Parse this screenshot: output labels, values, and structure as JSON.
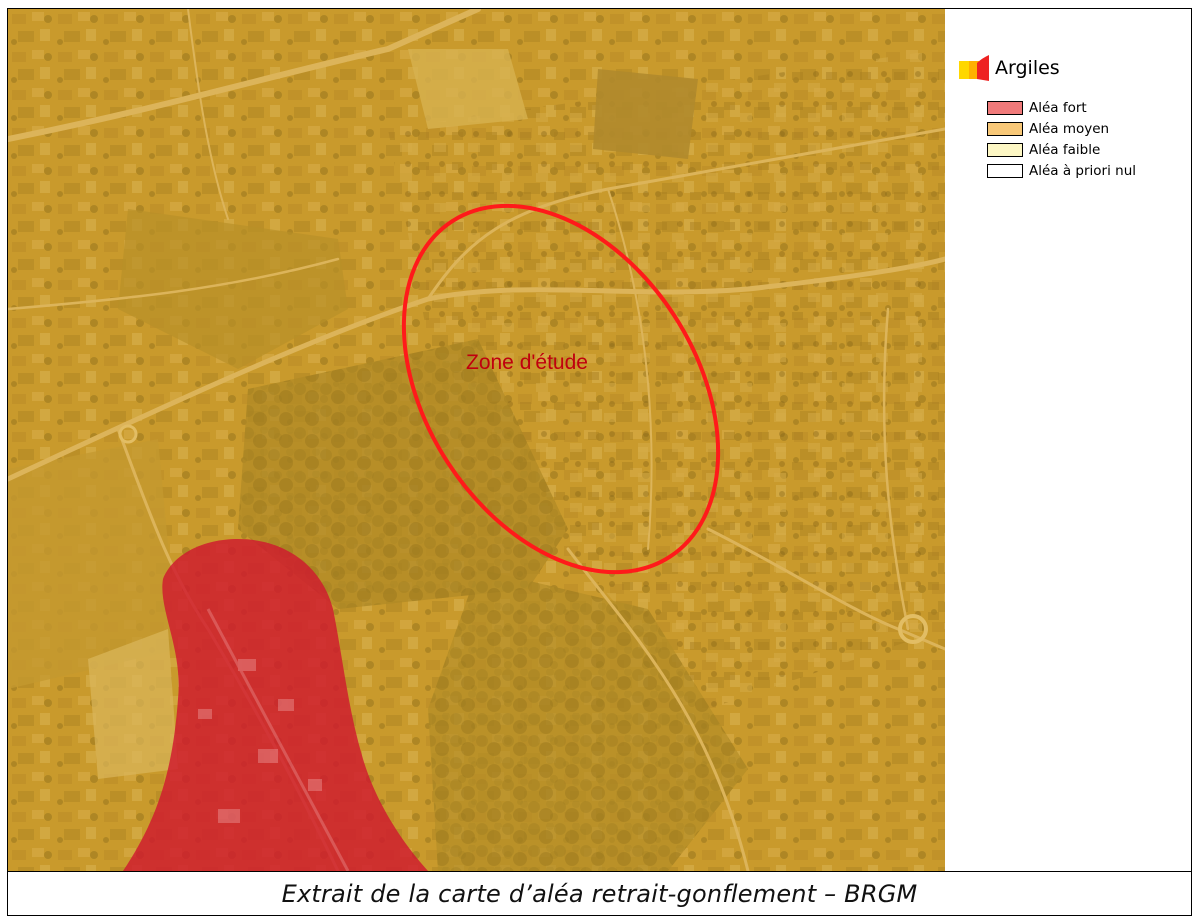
{
  "map": {
    "annotation_label": "Zone d'étude",
    "colors": {
      "base": "#c99a2c",
      "fort": "#d0182e",
      "annotation": "#ff1a1a",
      "annotation_text": "#c0000e"
    }
  },
  "legend": {
    "title": "Argiles",
    "items": [
      {
        "label": "Aléa fort",
        "color": "#f07a7a"
      },
      {
        "label": "Aléa moyen",
        "color": "#f8c878"
      },
      {
        "label": "Aléa faible",
        "color": "#fdf7c4"
      },
      {
        "label": "Aléa à priori nul",
        "color": "#ffffff"
      }
    ]
  },
  "caption": "Extrait de la carte d’aléa retrait-gonflement – BRGM"
}
